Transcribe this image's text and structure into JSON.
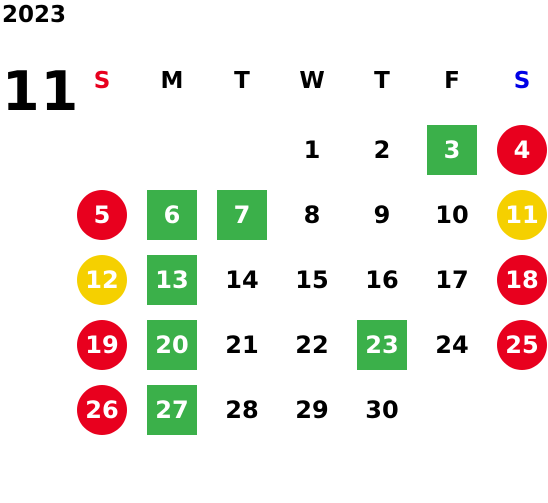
{
  "calendar": {
    "year": "2023",
    "month": "11",
    "weekdays": [
      {
        "label": "S",
        "color": "#e8001e"
      },
      {
        "label": "M",
        "color": "#000000"
      },
      {
        "label": "T",
        "color": "#000000"
      },
      {
        "label": "W",
        "color": "#000000"
      },
      {
        "label": "T",
        "color": "#000000"
      },
      {
        "label": "F",
        "color": "#000000"
      },
      {
        "label": "S",
        "color": "#0000e6"
      }
    ],
    "colors": {
      "red_circle": "#e8001e",
      "yellow_circle": "#f5d000",
      "green_square": "#3bb04a"
    },
    "days": [
      {
        "day": "1",
        "style": "plain"
      },
      {
        "day": "2",
        "style": "plain"
      },
      {
        "day": "3",
        "style": "green"
      },
      {
        "day": "4",
        "style": "red"
      },
      {
        "day": "5",
        "style": "red"
      },
      {
        "day": "6",
        "style": "green"
      },
      {
        "day": "7",
        "style": "green"
      },
      {
        "day": "8",
        "style": "plain"
      },
      {
        "day": "9",
        "style": "plain"
      },
      {
        "day": "10",
        "style": "plain"
      },
      {
        "day": "11",
        "style": "yellow"
      },
      {
        "day": "12",
        "style": "yellow"
      },
      {
        "day": "13",
        "style": "green"
      },
      {
        "day": "14",
        "style": "plain"
      },
      {
        "day": "15",
        "style": "plain"
      },
      {
        "day": "16",
        "style": "plain"
      },
      {
        "day": "17",
        "style": "plain"
      },
      {
        "day": "18",
        "style": "red"
      },
      {
        "day": "19",
        "style": "red"
      },
      {
        "day": "20",
        "style": "green"
      },
      {
        "day": "21",
        "style": "plain"
      },
      {
        "day": "22",
        "style": "plain"
      },
      {
        "day": "23",
        "style": "green"
      },
      {
        "day": "24",
        "style": "plain"
      },
      {
        "day": "25",
        "style": "red"
      },
      {
        "day": "26",
        "style": "red"
      },
      {
        "day": "27",
        "style": "green"
      },
      {
        "day": "28",
        "style": "plain"
      },
      {
        "day": "29",
        "style": "plain"
      },
      {
        "day": "30",
        "style": "plain"
      }
    ]
  }
}
